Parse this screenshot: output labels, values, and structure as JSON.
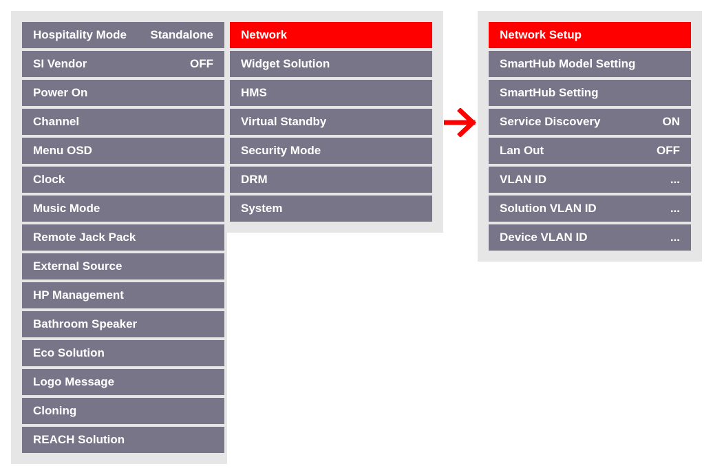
{
  "main_menu": {
    "items": [
      {
        "label": "Hospitality Mode",
        "value": "Standalone"
      },
      {
        "label": "SI Vendor",
        "value": "OFF"
      },
      {
        "label": "Power On",
        "value": ""
      },
      {
        "label": "Channel",
        "value": ""
      },
      {
        "label": "Menu OSD",
        "value": ""
      },
      {
        "label": "Clock",
        "value": ""
      },
      {
        "label": "Music Mode",
        "value": ""
      },
      {
        "label": "Remote Jack Pack",
        "value": ""
      },
      {
        "label": "External Source",
        "value": ""
      },
      {
        "label": "HP Management",
        "value": ""
      },
      {
        "label": "Bathroom Speaker",
        "value": ""
      },
      {
        "label": "Eco Solution",
        "value": ""
      },
      {
        "label": "Logo Message",
        "value": ""
      },
      {
        "label": "Cloning",
        "value": ""
      },
      {
        "label": "REACH Solution",
        "value": ""
      }
    ]
  },
  "sub_menu": {
    "items": [
      {
        "label": "Network",
        "value": "",
        "active": true
      },
      {
        "label": "Widget Solution",
        "value": ""
      },
      {
        "label": "HMS",
        "value": ""
      },
      {
        "label": "Virtual Standby",
        "value": ""
      },
      {
        "label": "Security Mode",
        "value": ""
      },
      {
        "label": "DRM",
        "value": ""
      },
      {
        "label": "System",
        "value": ""
      }
    ]
  },
  "network_menu": {
    "items": [
      {
        "label": "Network Setup",
        "value": "",
        "active": true
      },
      {
        "label": "SmartHub Model Setting",
        "value": ""
      },
      {
        "label": "SmartHub Setting",
        "value": ""
      },
      {
        "label": "Service Discovery",
        "value": "ON"
      },
      {
        "label": "Lan Out",
        "value": "OFF"
      },
      {
        "label": "VLAN ID",
        "value": "..."
      },
      {
        "label": "Solution VLAN ID",
        "value": "..."
      },
      {
        "label": "Device VLAN ID",
        "value": "..."
      }
    ]
  },
  "arrow_icon": "arrow-right-icon",
  "colors": {
    "item_bg": "#777587",
    "active_bg": "#fe0000",
    "panel_bg": "#e6e6e6",
    "text": "#ffffff",
    "arrow": "#fe0000"
  }
}
